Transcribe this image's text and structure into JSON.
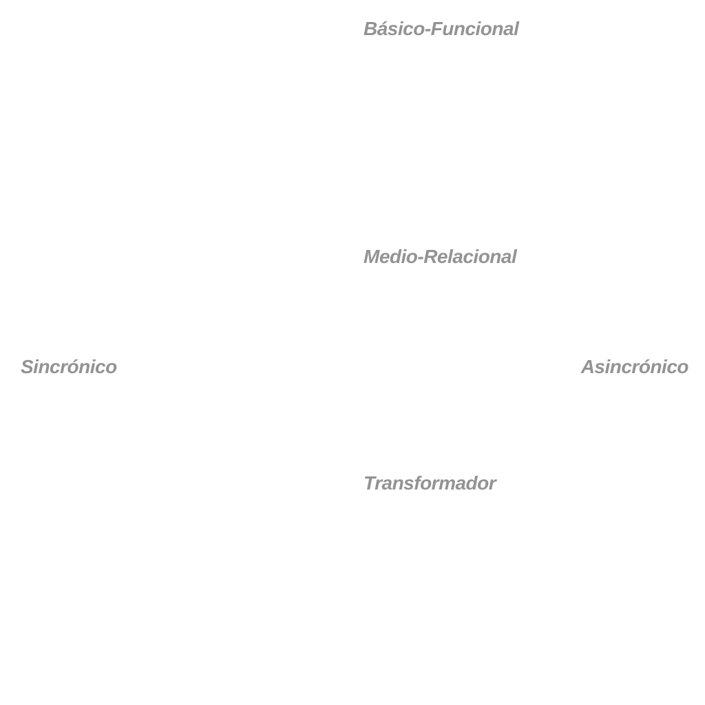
{
  "levels": {
    "basic": "Básico-Funcional",
    "medium": "Medio-Relacional",
    "transform": "Transformador"
  },
  "axis": {
    "left": "Sincrónico",
    "right": "Asincrónico"
  },
  "colors": {
    "label_text": "#939393",
    "background": "#ffffff"
  }
}
